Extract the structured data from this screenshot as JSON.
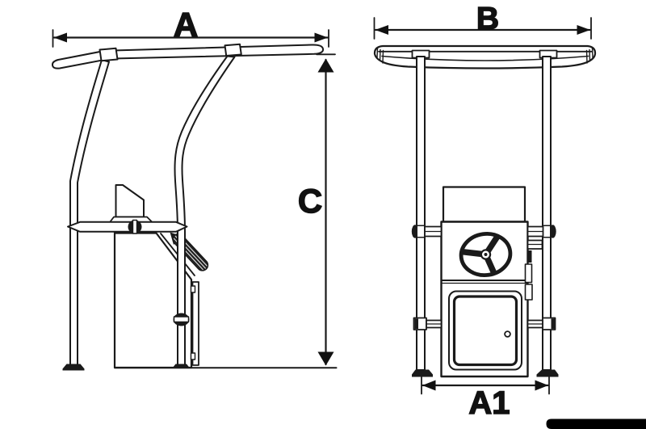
{
  "labels": {
    "side_width": "A",
    "side_height": "C",
    "front_width": "B",
    "front_base_width": "A1"
  },
  "colors": {
    "line": "#1a1a1a",
    "label": "#111111",
    "background": "#ffffff",
    "watermark_bar": "#000000"
  }
}
